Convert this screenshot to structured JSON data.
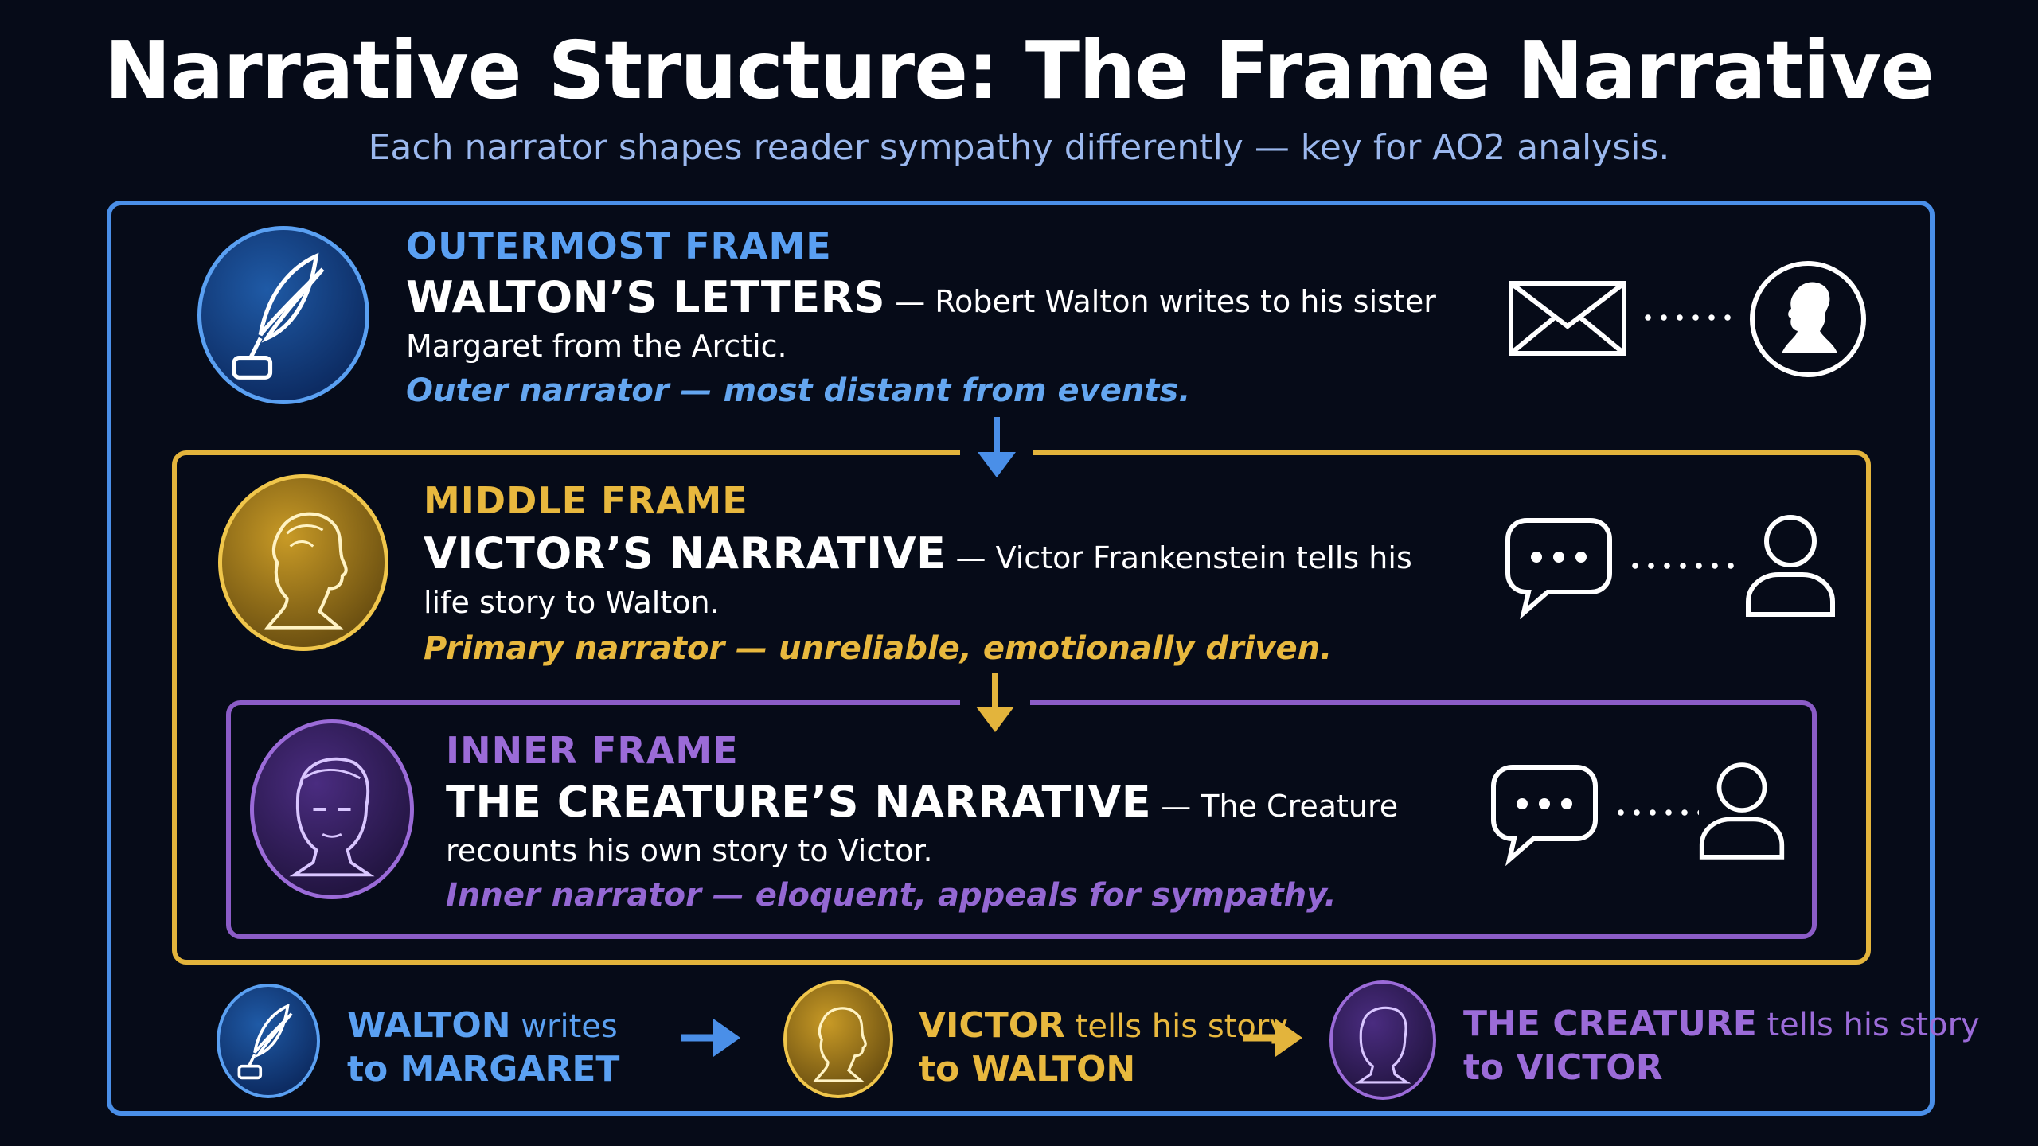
{
  "header": {
    "title": "Narrative Structure: The Frame Narrative",
    "subtitle": "Each narrator shapes reader sympathy differently — key for AO2 analysis."
  },
  "frames": {
    "outer": {
      "label": "OUTERMOST FRAME",
      "heading": "WALTON’S LETTERS",
      "dash": " — ",
      "desc": "Robert Walton writes to his sister Margaret from the Arctic.",
      "note": "Outer narrator — most distant from events.",
      "icon_from": "envelope-icon",
      "icon_to": "woman-silhouette-icon"
    },
    "middle": {
      "label": "MIDDLE FRAME",
      "heading": "VICTOR’S NARRATIVE",
      "dash": " — ",
      "desc": "Victor Frankenstein tells his life story to Walton.",
      "note": "Primary narrator — unreliable, emotionally driven.",
      "icon_from": "speech-bubble-icon",
      "icon_to": "person-icon"
    },
    "inner": {
      "label": "INNER FRAME",
      "heading": "THE CREATURE’S NARRATIVE",
      "dash": " — ",
      "desc": "The Creature recounts his own story to Victor.",
      "note": "Inner narrator — eloquent, appeals for sympathy.",
      "icon_from": "speech-bubble-icon",
      "icon_to": "person-icon"
    }
  },
  "flow": [
    {
      "name": "WALTON",
      "verb": " writes",
      "line2": "to MARGARET"
    },
    {
      "name": "VICTOR",
      "verb": " tells his story",
      "line2": "to WALTON"
    },
    {
      "name": "THE CREATURE",
      "verb": " tells his story",
      "line2": "to VICTOR"
    }
  ],
  "colors": {
    "outer": "#4a8fe8",
    "middle": "#e3b43c",
    "inner": "#8b5cc7",
    "background": "#060b18"
  }
}
